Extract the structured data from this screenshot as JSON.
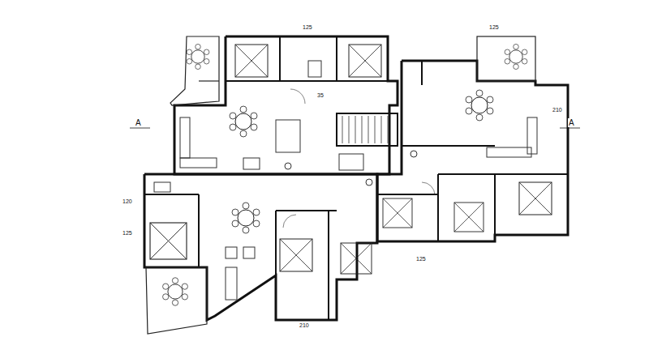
{
  "diagram": {
    "labels": [
      "A",
      "A",
      "125",
      "125",
      "125",
      "125",
      "210",
      "210",
      "35",
      "120"
    ]
  }
}
